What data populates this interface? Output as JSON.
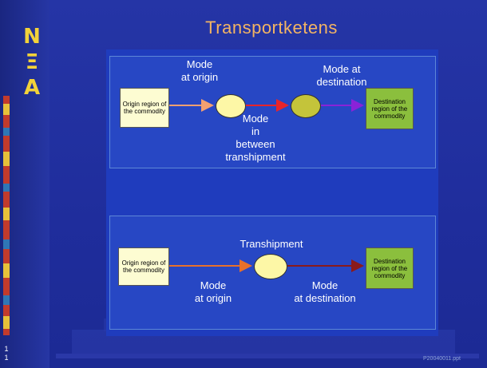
{
  "slide": {
    "title": "Transportketens",
    "page_number": "1\n1",
    "footer": "P20040011.ppt",
    "logo": "NEA"
  },
  "top_diagram": {
    "origin_label": "Origin region of the commodity",
    "destination_label": "Destination region of the commodity",
    "mode_at_origin": "Mode\nat origin",
    "mode_at_destination": "Mode at\ndestination",
    "mode_in_between": "Mode\nin\nbetween\ntranshipment"
  },
  "bottom_diagram": {
    "origin_label": "Origin region of the commodity",
    "destination_label": "Destination region of the commodity",
    "transhipment": "Transhipment",
    "mode_at_origin": "Mode\nat origin",
    "mode_at_destination": "Mode\nat destination"
  },
  "colors": {
    "title": "#f3b463",
    "arrow_orange_light": "#f4a070",
    "arrow_red": "#e8242a",
    "arrow_purple": "#8a22d8",
    "arrow_orange": "#e8702a",
    "arrow_darkred": "#8a1a1a",
    "node_yellow": "#fdf7a6",
    "node_olive": "#c4c43a",
    "destination_green": "#8bbf3d"
  }
}
